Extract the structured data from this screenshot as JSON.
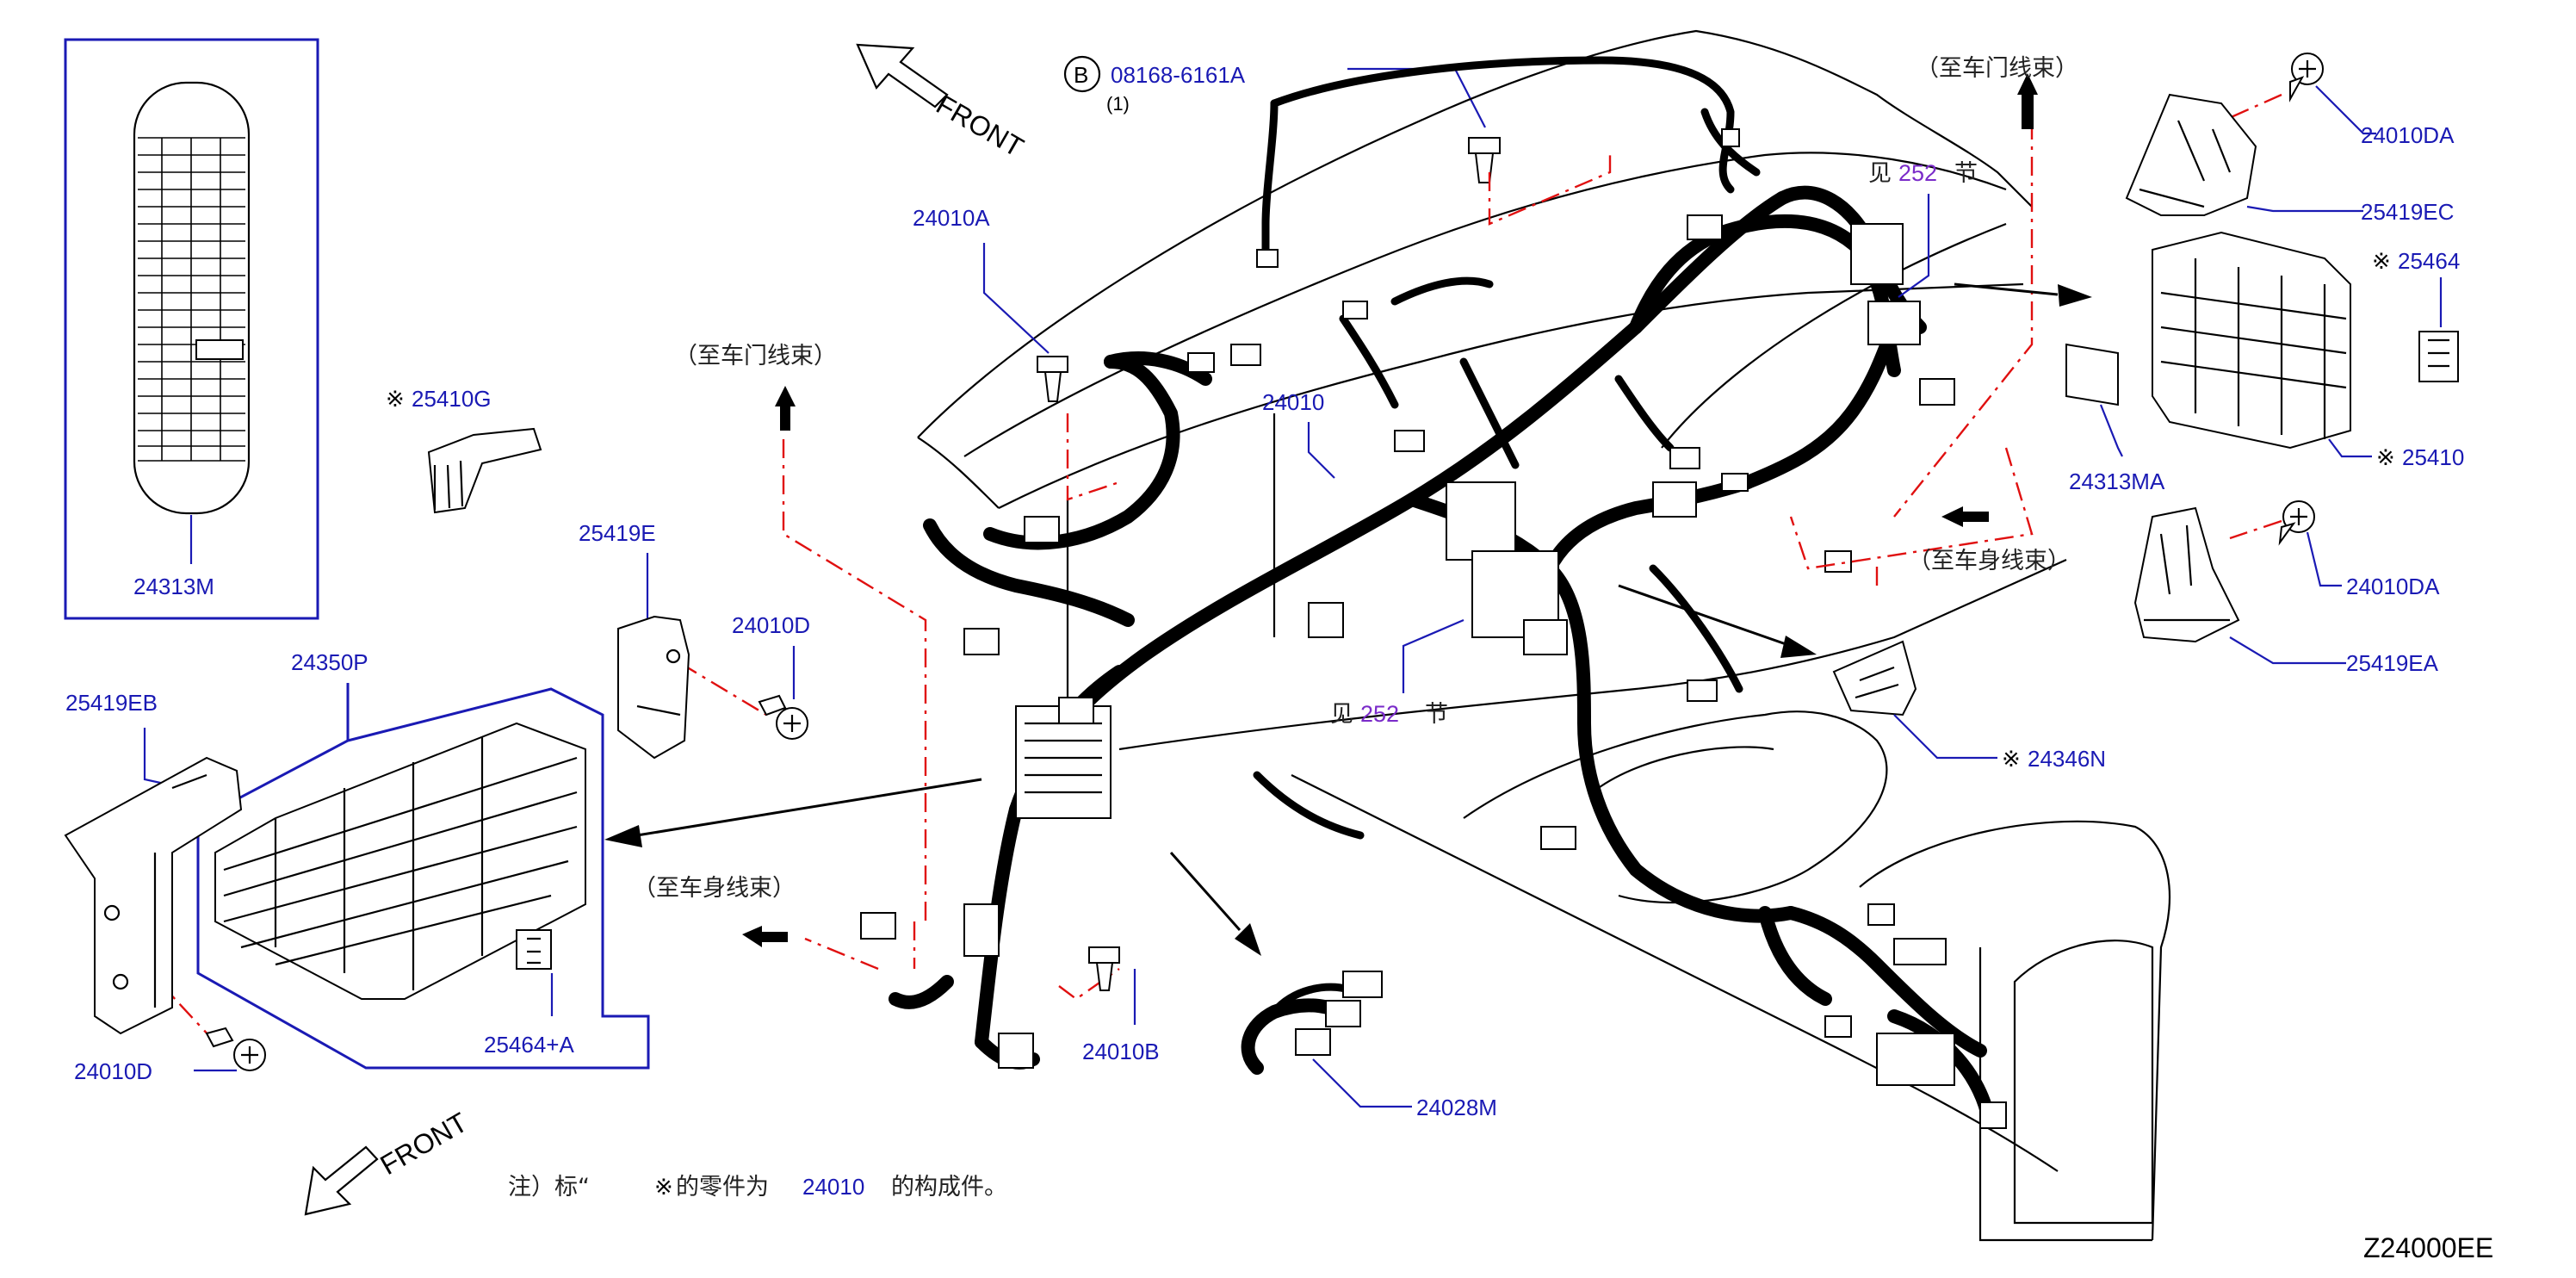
{
  "diagram_code": "Z24000EE",
  "front_label": "FRONT",
  "parts": {
    "p24313M": "24313M",
    "p25410G": "25410G",
    "p24010A": "24010A",
    "p08168": "08168-6161A",
    "p08168_qty": "(1)",
    "p08168_circle": "B",
    "p24010": "24010",
    "p25419E": "25419E",
    "p24010D_a": "24010D",
    "p24350P": "24350P",
    "p25419EB": "25419EB",
    "p24010D_b": "24010D",
    "p25464A": "25464+A",
    "p24010B": "24010B",
    "p24028M": "24028M",
    "p24010DA_a": "24010DA",
    "p25419EC": "25419EC",
    "p25464": "25464",
    "p24313MA": "24313MA",
    "p25410": "25410",
    "p24010DA_b": "24010DA",
    "p25419EA": "25419EA",
    "p24346N": "24346N"
  },
  "mark": "※",
  "notes": {
    "to_door_top": "（至车门线束）",
    "to_door_left": "（至车门线束）",
    "to_body_left": "（至车身线束）",
    "to_body_right": "（至车身线束）",
    "see_prefix": "见",
    "see_suffix": "节",
    "see_page_a": "252",
    "see_page_b": "252",
    "footnote_prefix": "注）标“",
    "footnote_mid": "的零件为",
    "footnote_part": "24010",
    "footnote_suffix": "的构成件。"
  },
  "colors": {
    "label_blue": "#1a1ab4",
    "dashed_red": "#e01010",
    "page_ref_purple": "#7a2bc9"
  }
}
